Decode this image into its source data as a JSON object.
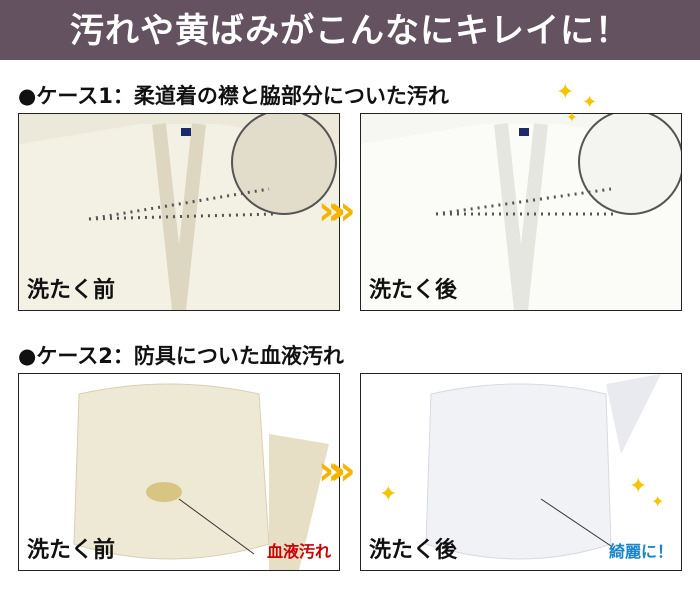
{
  "header": {
    "title": "汚れや黄ばみがこんなにキレイに！"
  },
  "case1": {
    "heading": "●ケース1：柔道着の襟と脇部分についた汚れ",
    "before_label": "洗たく前",
    "after_label": "洗たく後"
  },
  "case2": {
    "heading": "●ケース2：防具についた血液汚れ",
    "before_label": "洗たく前",
    "after_label": "洗たく後",
    "before_note": "血液汚れ",
    "after_note": "綺麗に！"
  },
  "colors": {
    "header_bg": "#655260",
    "arrow": "#f5b400",
    "stain_note": "#cc0000",
    "clean_note": "#1a86c8"
  }
}
